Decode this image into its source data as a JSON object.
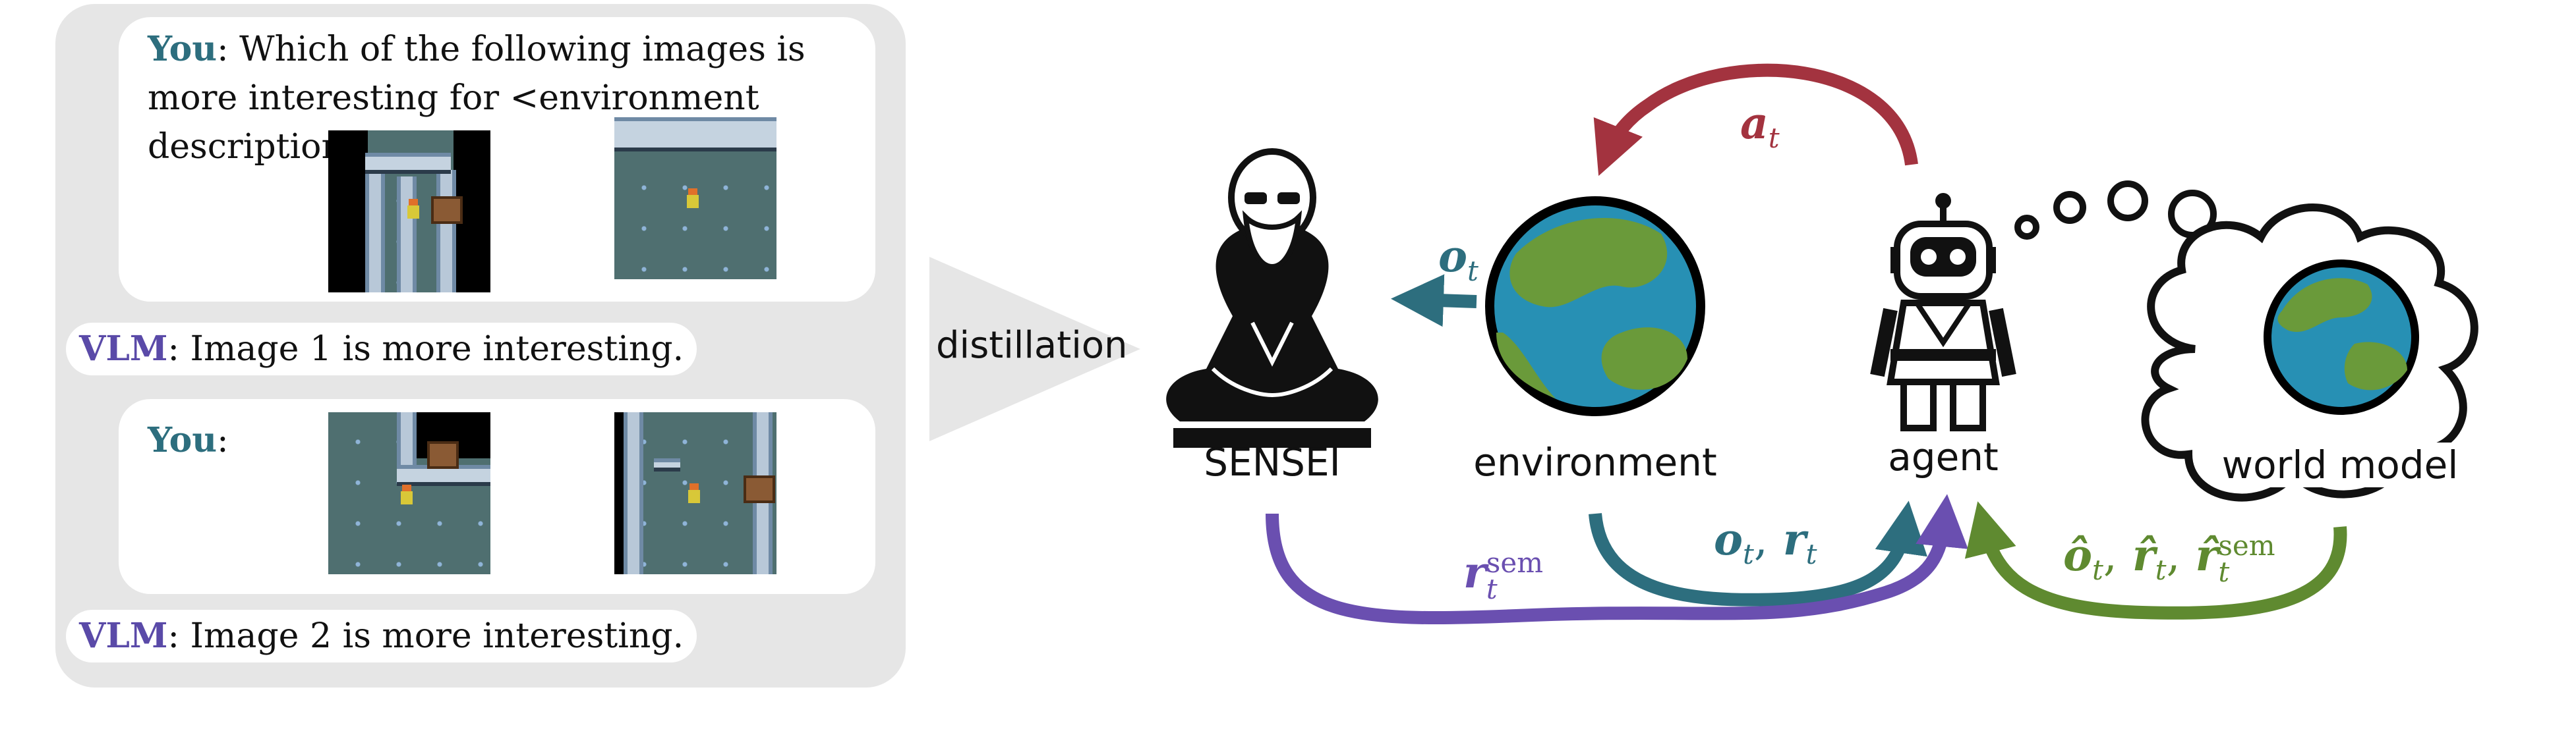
{
  "chat": {
    "speaker_you": "You",
    "speaker_vlm": "VLM",
    "question_text": ": Which of the following images is more interesting for <environment description>?",
    "you_colon": ":",
    "answer1": ": Image 1 is more interesting.",
    "answer2": ": Image 2 is more interesting."
  },
  "diagram": {
    "distillation": "distillation",
    "nodes": {
      "sensei": "SENSEI",
      "environment": "environment",
      "agent": "agent",
      "world_model": "world model"
    },
    "edges": {
      "action": "a",
      "action_sub": "t",
      "obs": "o",
      "obs_sub": "t",
      "obs_reward_o": "o",
      "obs_reward_r": "r",
      "obs_reward_sub": "t",
      "sem_reward": "r",
      "sem_sub": "t",
      "sem_sup": "sem",
      "wm_o": "ô",
      "wm_r": "r̂",
      "wm_sub": "t",
      "wm_sup": "sem",
      "comma": ","
    }
  },
  "colors": {
    "teal": "#2d6e7e",
    "purple": "#6a4fb0",
    "red": "#a3333f",
    "green": "#5f8a30",
    "panel": "#e6e6e6"
  },
  "icons": [
    "sensei-icon",
    "earth-icon",
    "robot-agent-icon",
    "thought-cloud-icon"
  ]
}
